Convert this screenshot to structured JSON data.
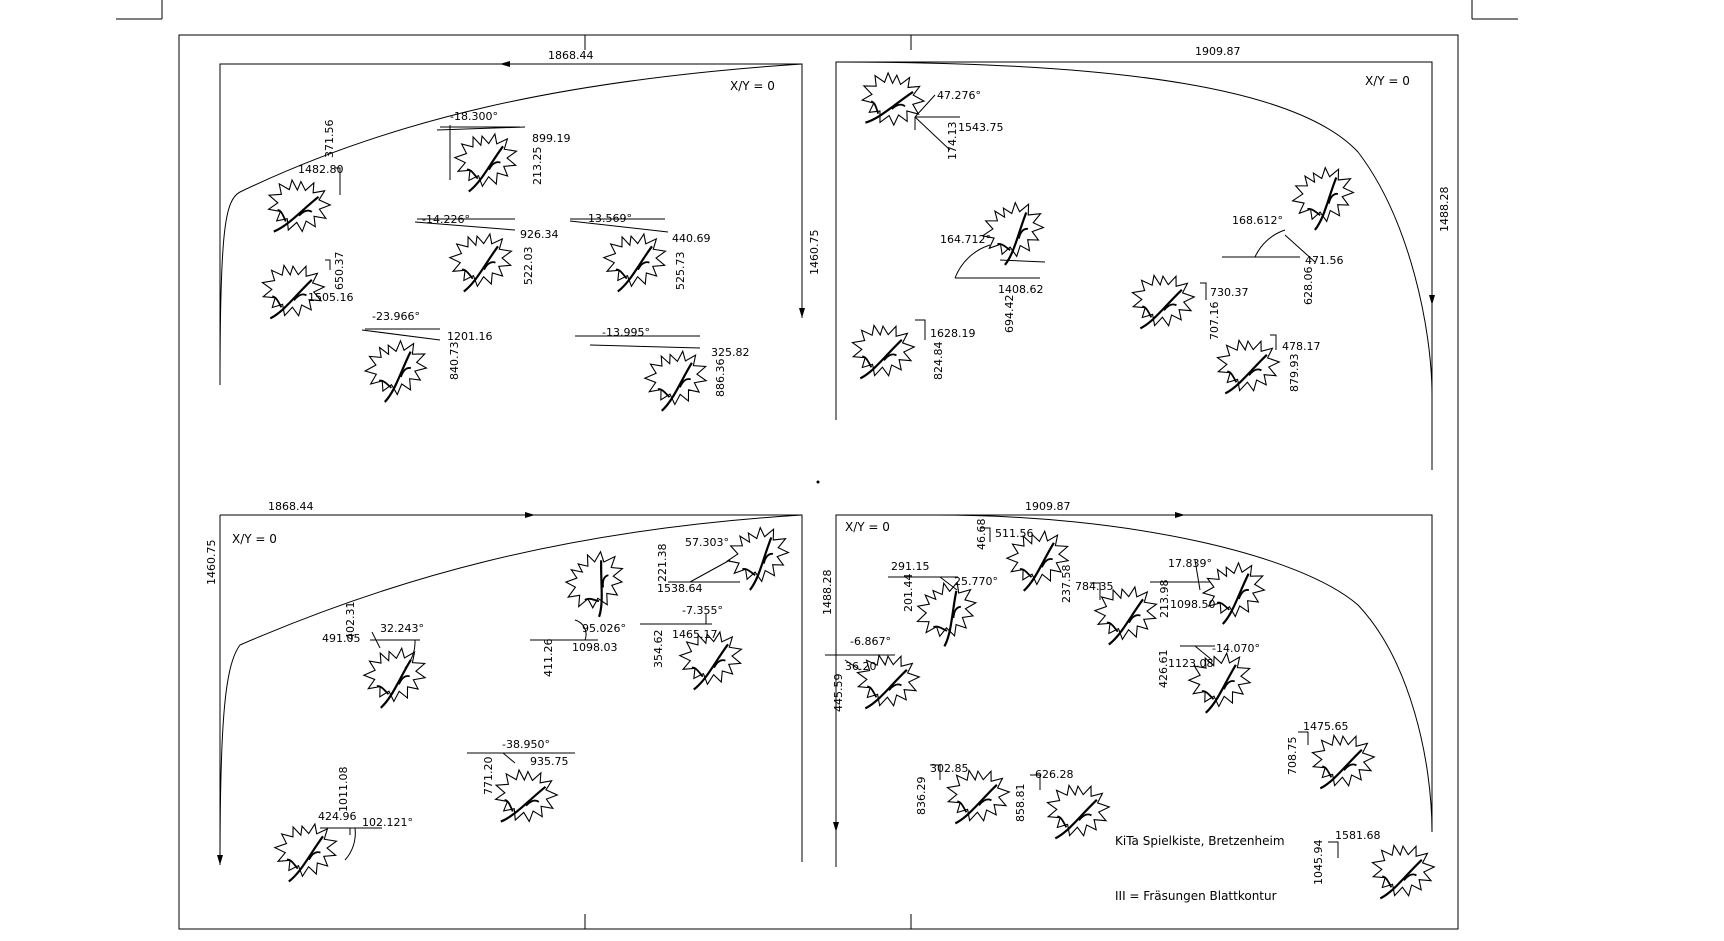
{
  "origin_label": "X/Y = 0",
  "panels": {
    "top_left": {
      "width": "1868.44",
      "height": "1460.75",
      "dims": [
        "371.56",
        "1482.80",
        "650.37",
        "1505.16",
        "-18.300°",
        "899.19",
        "213.25",
        "-14.226°",
        "926.34",
        "522.03",
        "-23.966°",
        "1201.16",
        "840.73",
        "-13.569°",
        "440.69",
        "525.73",
        "-13.995°",
        "325.82",
        "886.36"
      ]
    },
    "top_right": {
      "width": "1909.87",
      "height": "1488.28",
      "dims": [
        "47.276°",
        "1543.75",
        "174.13",
        "164.712°",
        "1408.62",
        "694.42",
        "1628.19",
        "824.84",
        "168.612°",
        "471.56",
        "628.06",
        "730.37",
        "707.16",
        "478.17",
        "879.93"
      ]
    },
    "bottom_left": {
      "width": "1868.44",
      "height": "1460.75",
      "dims": [
        "402.31",
        "32.243°",
        "491.05",
        "95.026°",
        "411.26",
        "1098.03",
        "57.303°",
        "221.38",
        "1538.64",
        "-7.355°",
        "354.62",
        "1465.17",
        "-38.950°",
        "771.20",
        "935.75",
        "1011.08",
        "424.96",
        "102.121°"
      ]
    },
    "bottom_right": {
      "width": "1909.87",
      "height": "1488.28",
      "dims": [
        "46.68",
        "511.56",
        "291.15",
        "201.44",
        "25.770°",
        "237.58",
        "784.35",
        "17.839°",
        "213.98",
        "1098.50",
        "-6.867°",
        "36.20",
        "445.59",
        "426.61",
        "1123.08",
        "-14.070°",
        "1475.65",
        "708.75",
        "302.85",
        "836.29",
        "626.28",
        "858.81",
        "1581.68",
        "1045.94"
      ]
    }
  },
  "notes": {
    "project": "KiTa Spielkiste, Bretzenheim",
    "legend": "III = Fräsungen Blattkontur"
  }
}
